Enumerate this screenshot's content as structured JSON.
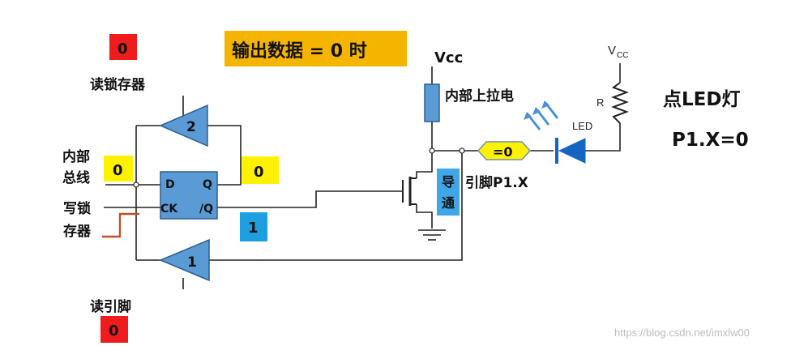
{
  "title_banner": "输出数据 = 0 时",
  "labels": {
    "read_latch": "读锁存器",
    "internal_bus_1": "内部",
    "internal_bus_2": "总线",
    "write_latch_1": "写锁",
    "write_latch_2": "存器",
    "read_pin": "读引脚",
    "vcc": "Vcc",
    "internal_pullup": "内部上拉电",
    "pin_name": "引脚P1.X",
    "led_small": "LED",
    "resistor": "R",
    "vcc_right_v": "V",
    "vcc_right_sub": "CC",
    "light_led": "点LED灯",
    "p1x_eq": "P1.X=0",
    "watermark": "https://blog.csdn.net/imxlw00"
  },
  "buffers": {
    "top": "2",
    "bottom": "1"
  },
  "latch": {
    "d": "D",
    "q": "Q",
    "ck": "CK",
    "qbar": "/Q"
  },
  "badges": {
    "read_latch_value": "0",
    "bus_value": "0",
    "q_value": "0",
    "qbar_value": "1",
    "read_pin_value": "0",
    "pin_value": "=0",
    "fet_state_1": "导",
    "fet_state_2": "通"
  },
  "colors": {
    "banner": "#F5B400",
    "red_badge": "#EE1C1C",
    "yellow_badge": "#FFF200",
    "blue_badge": "#1E9FE0",
    "component_blue": "#5B9BD5",
    "fet_blue": "#3FA7E6",
    "led_blue": "#1565C0",
    "wire": "#222222",
    "wire_accent": "#C0502A"
  }
}
